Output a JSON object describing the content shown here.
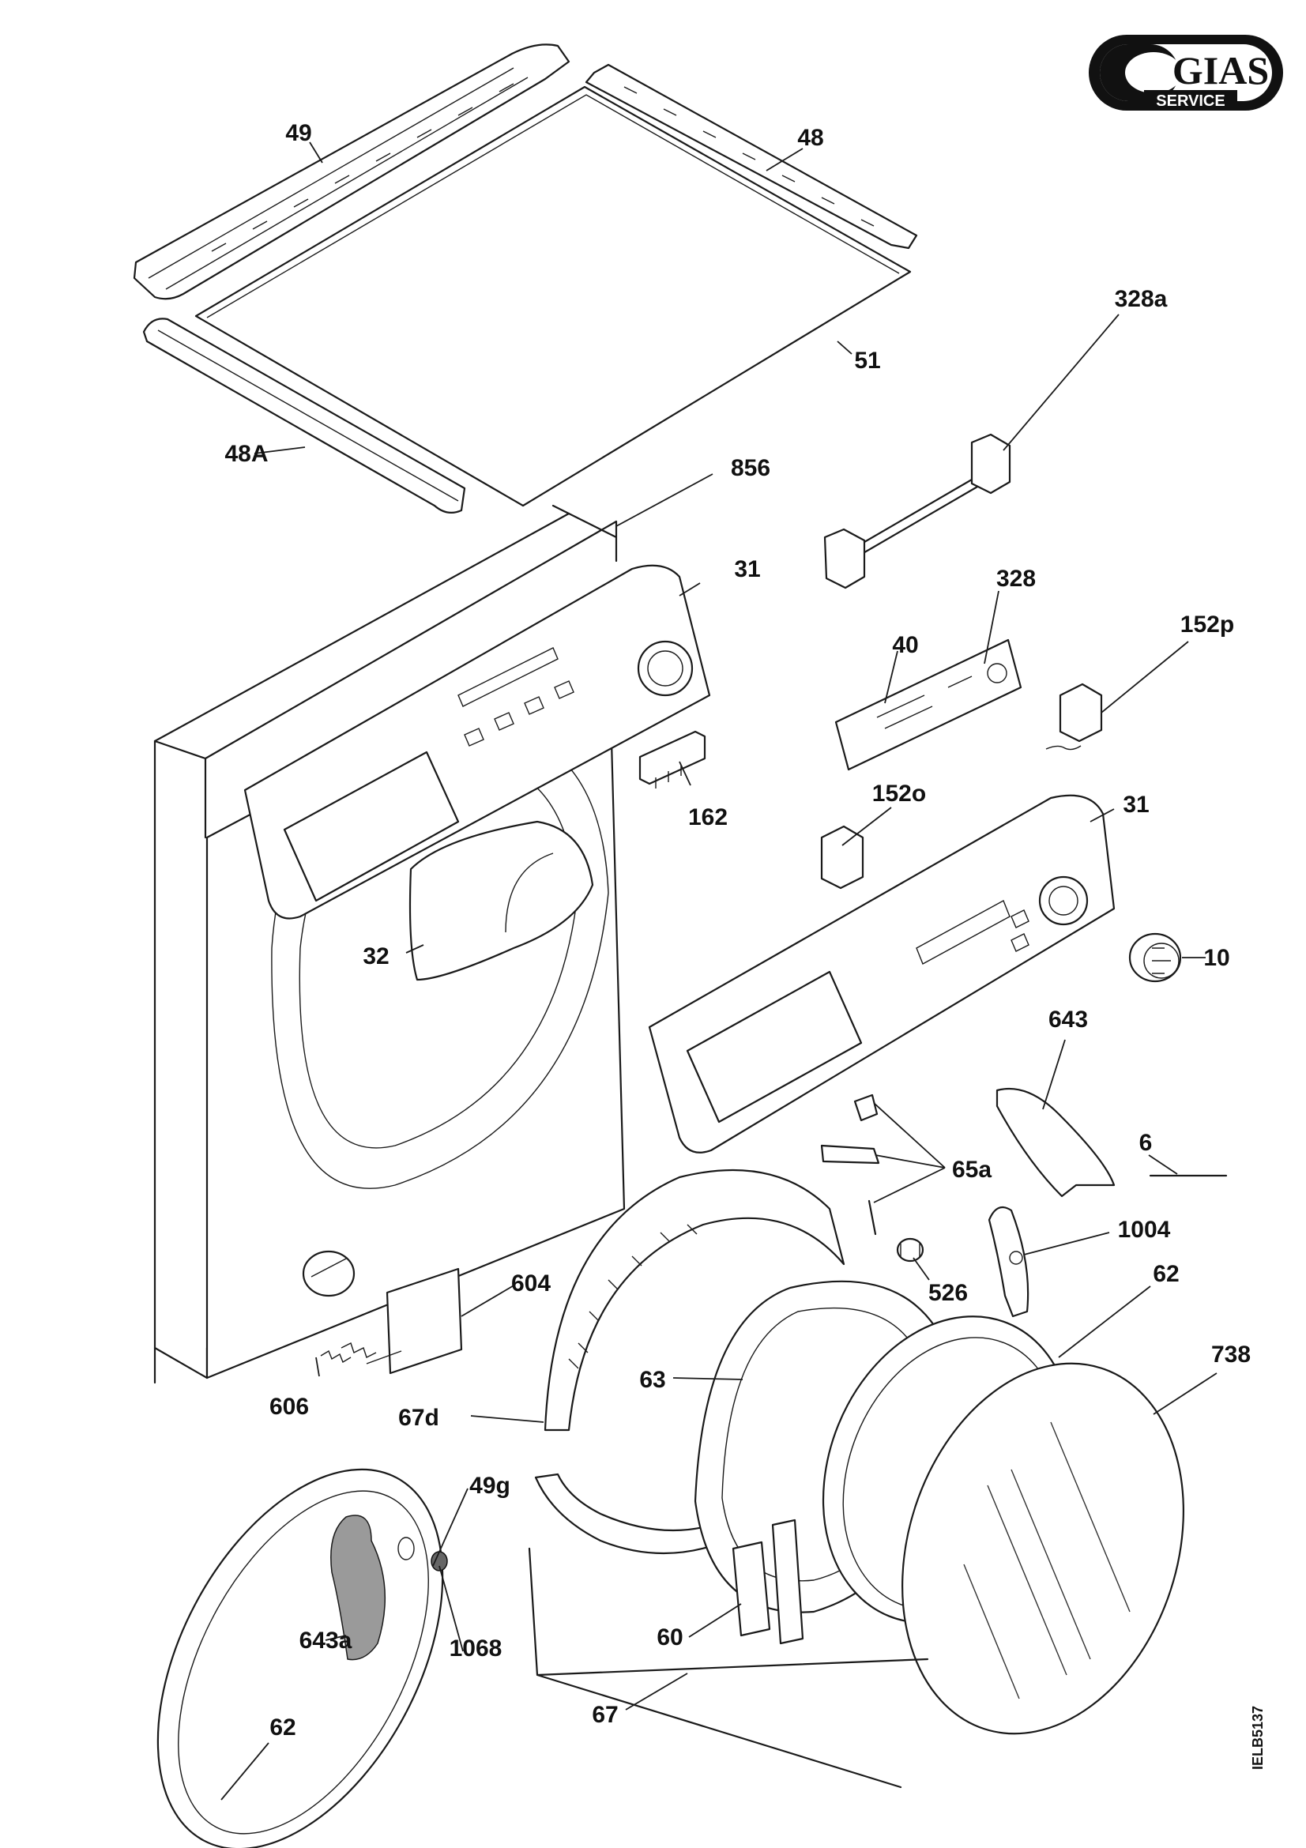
{
  "logo": {
    "brand": "GIAS",
    "sub": "SERVICE"
  },
  "drawing_code": "IELB5137",
  "callouts": {
    "c49": "49",
    "c48": "48",
    "c51": "51",
    "c48A": "48A",
    "c856": "856",
    "c328a": "328a",
    "c31_top": "31",
    "c328": "328",
    "c40": "40",
    "c152p": "152p",
    "c162": "162",
    "c152o": "152o",
    "c31_mid": "31",
    "c32": "32",
    "c10": "10",
    "c643": "643",
    "c6": "6",
    "c65a": "65a",
    "c1004": "1004",
    "c604": "604",
    "c526": "526",
    "c62_top": "62",
    "c738": "738",
    "c606": "606",
    "c63": "63",
    "c67d": "67d",
    "c49g": "49g",
    "c643a": "643a",
    "c1068": "1068",
    "c60": "60",
    "c67": "67",
    "c62_bottom": "62"
  }
}
